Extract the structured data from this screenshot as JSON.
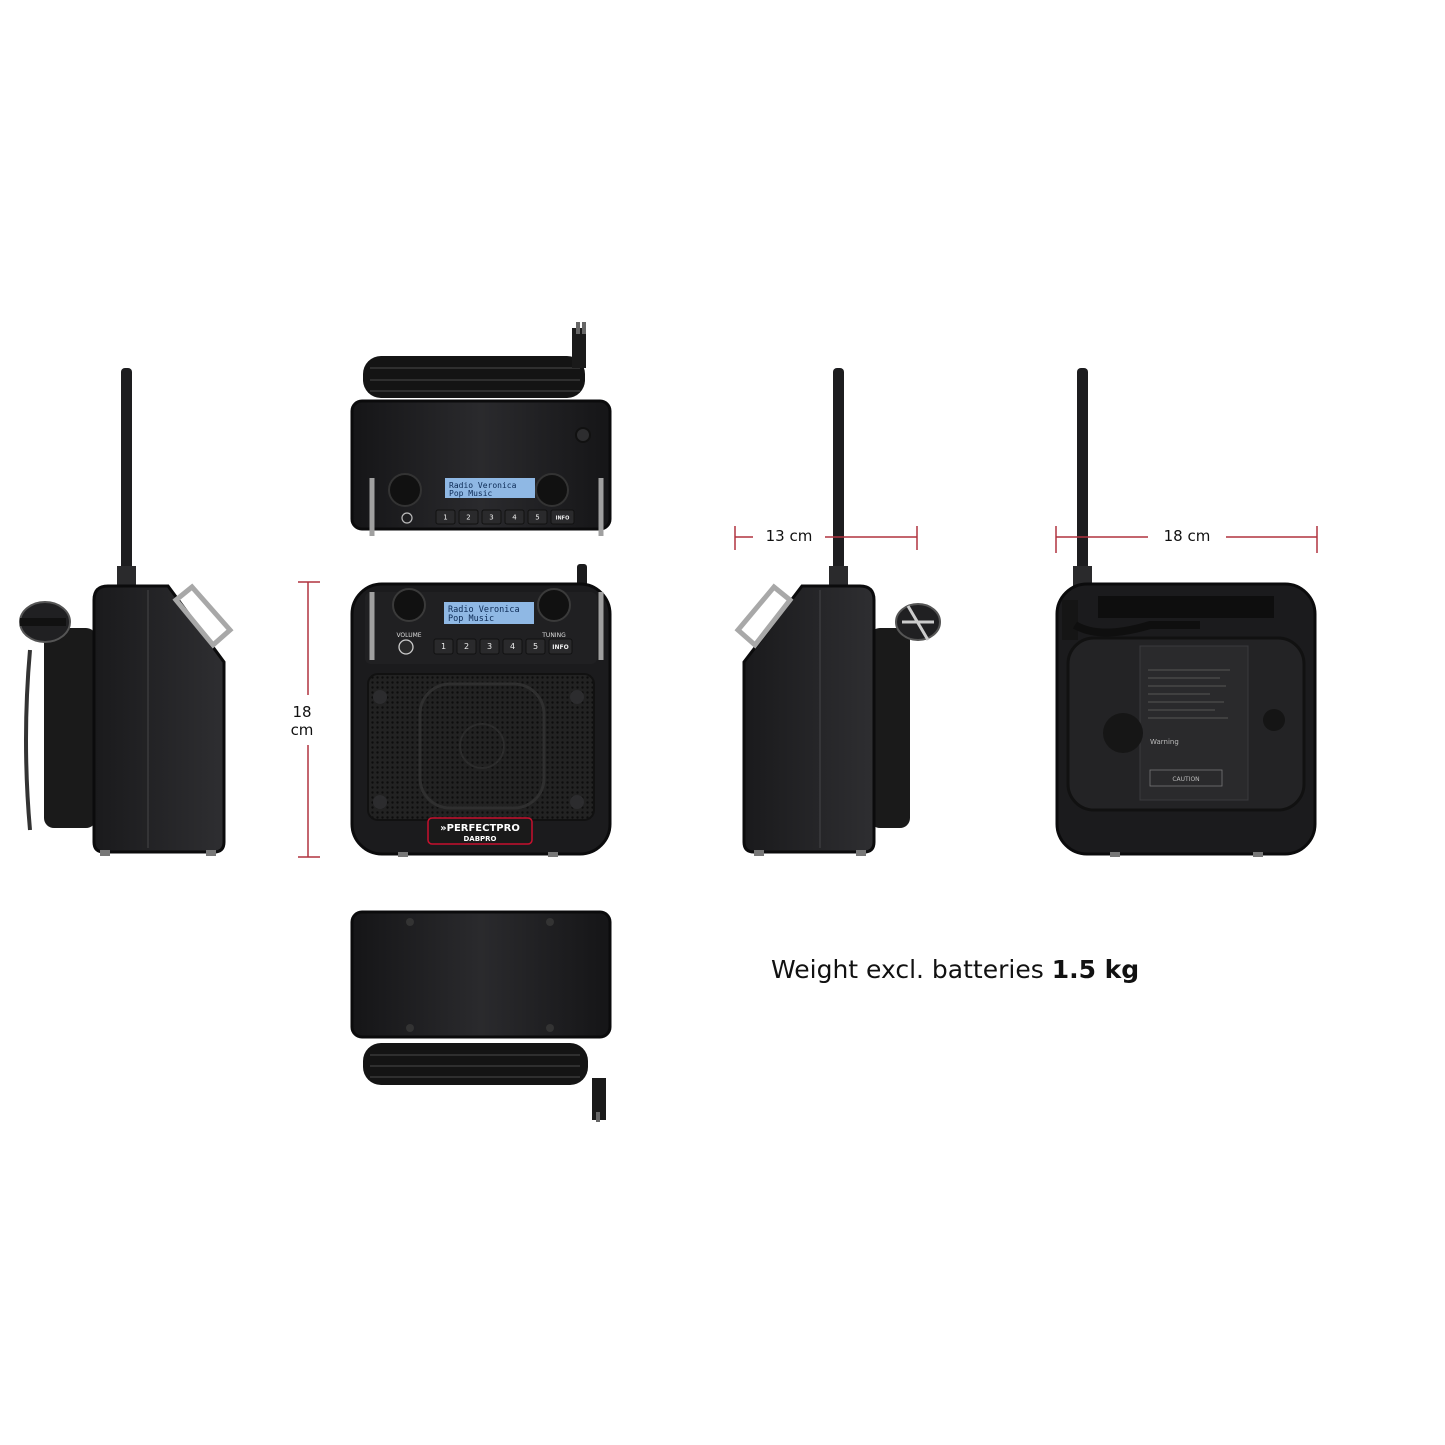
{
  "dimensions": {
    "height_value": "18",
    "height_unit": "cm",
    "depth": "13 cm",
    "width": "18 cm"
  },
  "weight": {
    "prefix": "Weight excl. batteries",
    "value": "1.5 kg"
  },
  "display": {
    "line1": "Radio Veronica",
    "line2": "Pop Music"
  },
  "controls": {
    "volume": "VOLUME",
    "tuning": "TUNING",
    "info": "INFO",
    "presets": [
      "1",
      "2",
      "3",
      "4",
      "5"
    ]
  },
  "brand": {
    "logo": "»PERFECTPRO",
    "model": "DABPRO"
  },
  "label": {
    "warning": "Warning",
    "caution": "CAUTION"
  },
  "colors": {
    "dimension_line": "#b0323f",
    "body": "#1b1b1d",
    "lcd": "#8fb8e4",
    "logo_red": "#c8102e"
  }
}
